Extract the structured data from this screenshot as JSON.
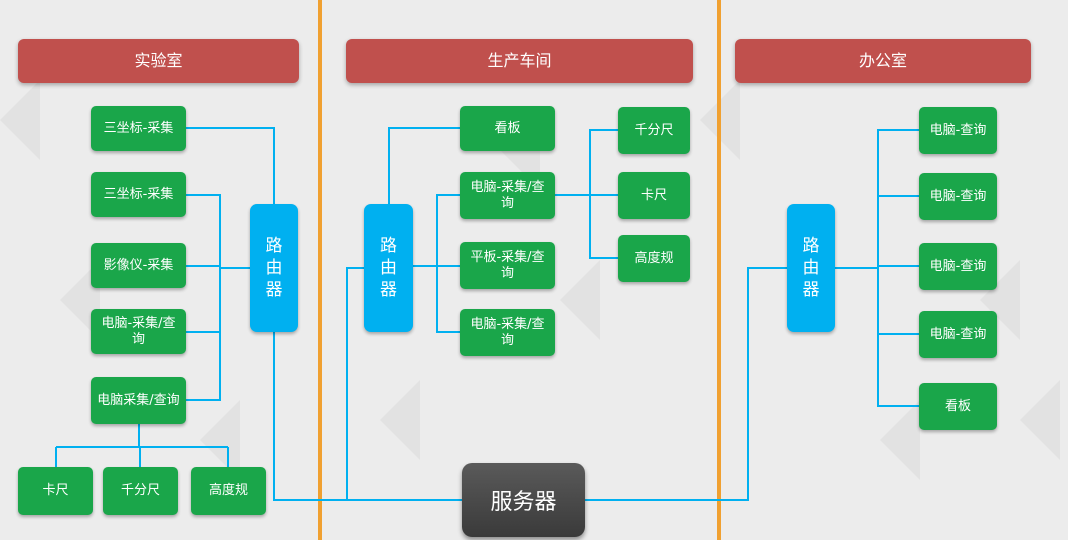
{
  "colors": {
    "header": "#c0504d",
    "node": "#1aa64a",
    "router": "#00b0f0",
    "server": "#404040",
    "line": "#00b0f0",
    "divider": "#f0a030",
    "background": "#ececec"
  },
  "sections": [
    {
      "title": "实验室"
    },
    {
      "title": "生产车间"
    },
    {
      "title": "办公室"
    }
  ],
  "lab": {
    "router": "路由器",
    "nodes": [
      "三坐标-采集",
      "三坐标-采集",
      "影像仪-采集",
      "电脑-采集/查询",
      "电脑采集/查询"
    ],
    "tools": [
      "卡尺",
      "千分尺",
      "高度规"
    ]
  },
  "workshop": {
    "router": "路由器",
    "nodes": [
      "看板",
      "电脑-采集/查询",
      "平板-采集/查询",
      "电脑-采集/查询"
    ],
    "tools": [
      "千分尺",
      "卡尺",
      "高度规"
    ]
  },
  "office": {
    "router": "路由器",
    "nodes": [
      "电脑-查询",
      "电脑-查询",
      "电脑-查询",
      "电脑-查询",
      "看板"
    ]
  },
  "server": "服务器"
}
